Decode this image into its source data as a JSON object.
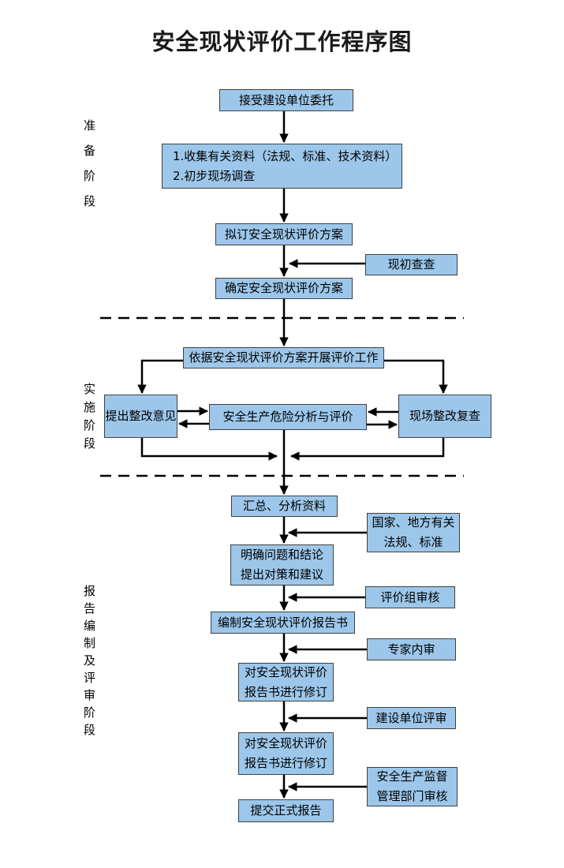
{
  "title": "安全现状评价工作程序图",
  "colors": {
    "box_fill": "#9CC7EA",
    "box_border": "#404040",
    "line_color": "#000000"
  },
  "phases": {
    "preparation": "准备阶段",
    "implementation": "实施阶段",
    "reporting": "报告编制及评审阶段"
  },
  "nodes": {
    "accept": "接受建设单位委托",
    "collect": "1.收集有关资料（法规、标准、技术资料）\n2.初步现场调查",
    "draft_plan": "拟订安全现状评价方案",
    "initial_check": "现初查查",
    "confirm_plan": "确定安全现状评价方案",
    "carry_out": "依据安全现状评价方案开展评价工作",
    "suggestions": "提出整改意见",
    "analysis": "安全生产危险分析与评价",
    "site_recheck": "现场整改复查",
    "summarize": "汇总、分析资料",
    "laws": "国家、地方有关\n法规、标准",
    "clarify": "明确问题和结论\n提出对策和建议",
    "team_review": "评价组审核",
    "compile_report": "编制安全现状评价报告书",
    "expert_review": "专家内审",
    "revise_1": "对安全现状评价\n报告书进行修订",
    "client_review": "建设单位评审",
    "revise_2": "对安全现状评价\n报告书进行修订",
    "authority_review": "安全生产监督\n管理部门审核",
    "submit": "提交正式报告"
  }
}
